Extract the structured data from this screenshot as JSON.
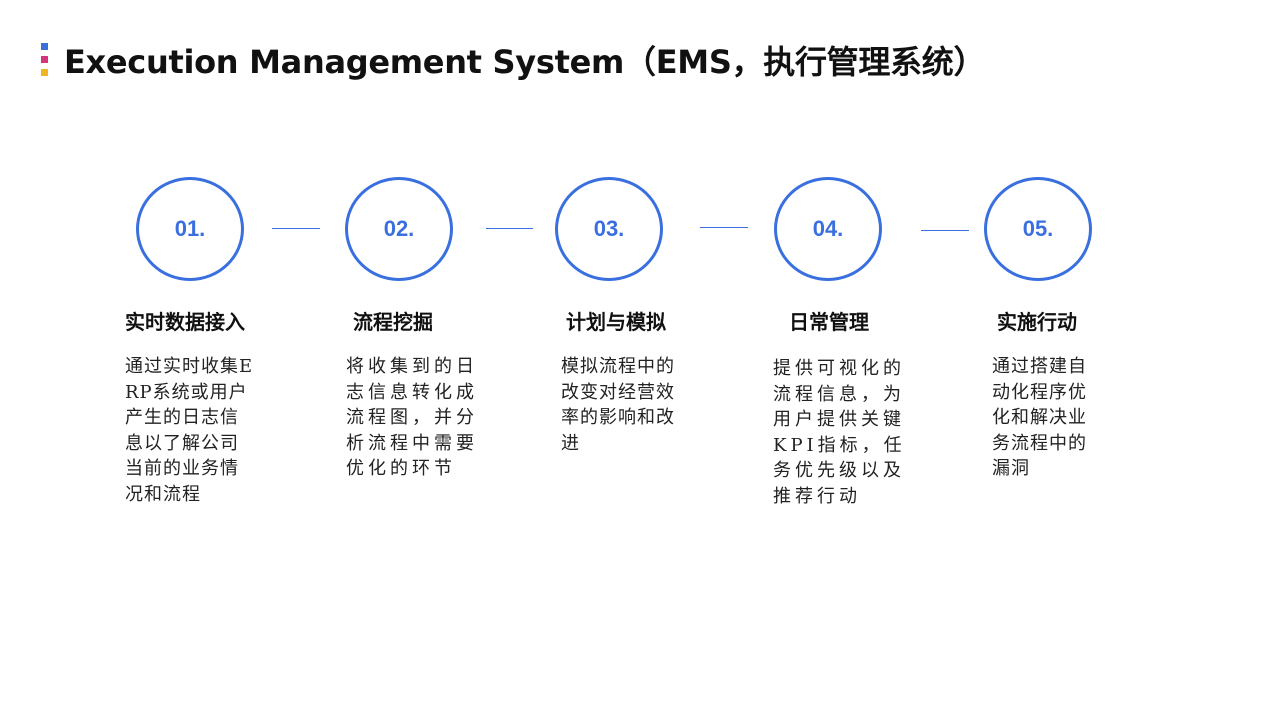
{
  "title": "Execution Management System（EMS，执行管理系统）",
  "title_marker_colors": [
    "#3b6fd8",
    "#d6357e",
    "#f0b429"
  ],
  "accent_color": "#3a6fe0",
  "steps": [
    {
      "number": "01.",
      "title": "实时数据接入",
      "description": "通过实时收集ERP系统或用户产生的日志信息以了解公司当前的业务情况和流程"
    },
    {
      "number": "02.",
      "title": "流程挖掘",
      "description": "将收集到的日志信息转化成流程图，并分析流程中需要优化的环节"
    },
    {
      "number": "03.",
      "title": "计划与模拟",
      "description": "模拟流程中的改变对经营效率的影响和改进"
    },
    {
      "number": "04.",
      "title": "日常管理",
      "description": "提供可视化的流程信息，为用户提供关键KPI指标，任务优先级以及推荐行动"
    },
    {
      "number": "05.",
      "title": "实施行动",
      "description": "通过搭建自动化程序优化和解决业务流程中的漏洞"
    }
  ]
}
